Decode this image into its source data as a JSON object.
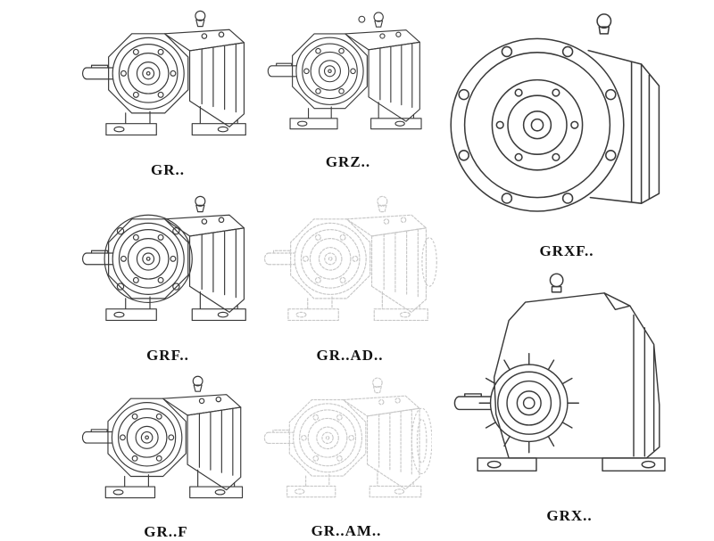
{
  "colors": {
    "background": "#ffffff",
    "line": "#3a3a3a",
    "ghost": "#c8c8c8",
    "label": "#111111"
  },
  "items": [
    {
      "id": "gr",
      "label": "GR.."
    },
    {
      "id": "grz",
      "label": "GRZ.."
    },
    {
      "id": "grxf",
      "label": "GRXF.."
    },
    {
      "id": "grf",
      "label": "GRF.."
    },
    {
      "id": "grad",
      "label": "GR..AD.."
    },
    {
      "id": "grx",
      "label": "GRX.."
    },
    {
      "id": "grf-foot",
      "label": "GR..F"
    },
    {
      "id": "gram",
      "label": "GR..AM.."
    }
  ]
}
